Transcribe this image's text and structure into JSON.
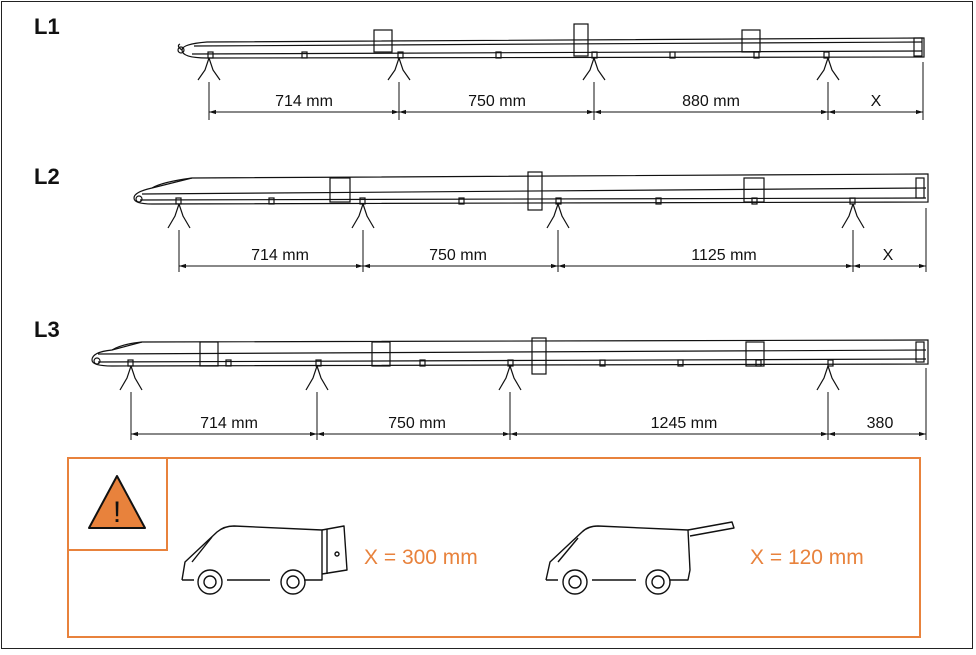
{
  "rows": [
    {
      "label": "L1",
      "dims": [
        "714 mm",
        "750 mm",
        "880 mm",
        "X"
      ]
    },
    {
      "label": "L2",
      "dims": [
        "714 mm",
        "750 mm",
        "1125 mm",
        "X"
      ]
    },
    {
      "label": "L3",
      "dims": [
        "714 mm",
        "750 mm",
        "1245 mm",
        "380"
      ]
    }
  ],
  "warning": {
    "icon": "warning-triangle-icon",
    "icon_glyph": "!",
    "accent_color": "#e8823c",
    "case_a": {
      "icon": "van-with-box-icon",
      "text": "X = 300 mm"
    },
    "case_b": {
      "icon": "van-with-ladder-icon",
      "text": "X = 120 mm"
    }
  }
}
